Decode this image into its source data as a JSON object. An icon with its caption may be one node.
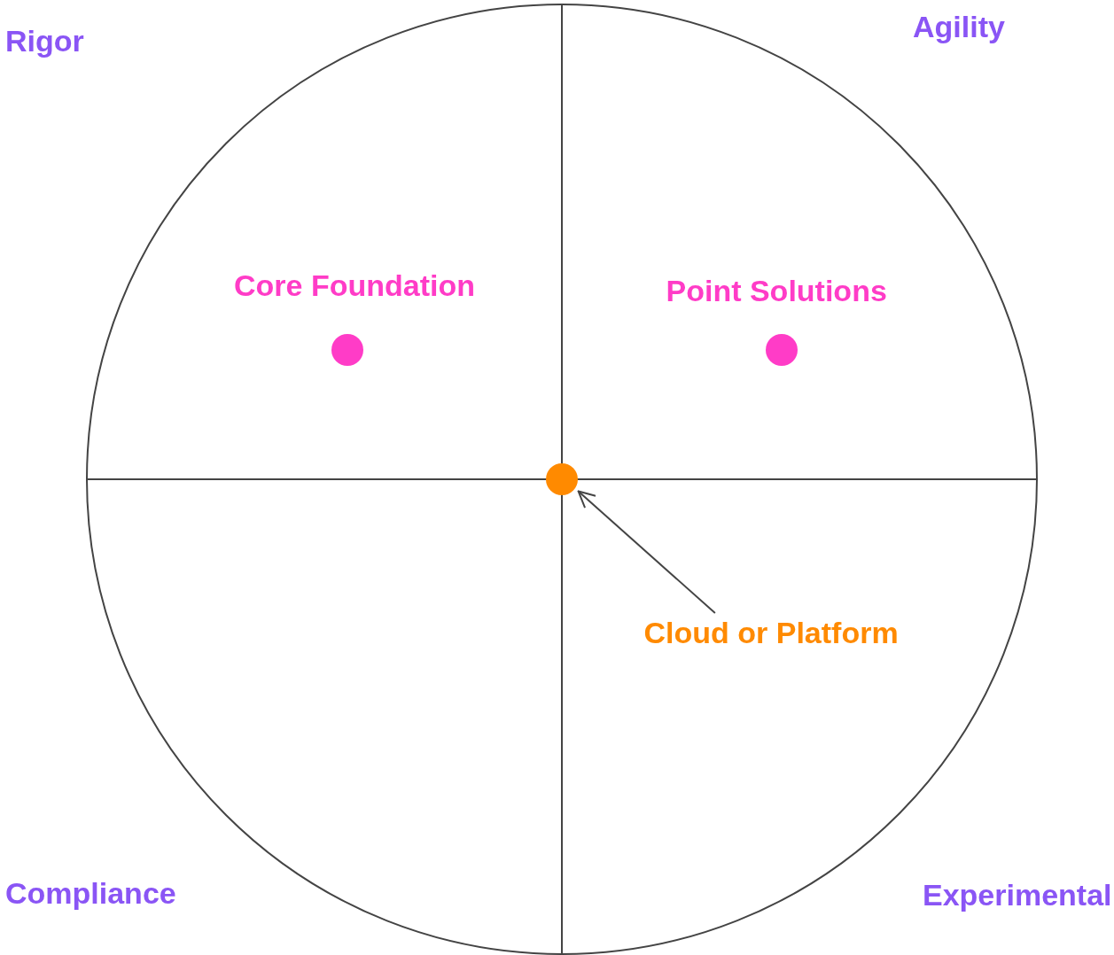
{
  "diagram": {
    "nodes": [
      {
        "text": [],
        "shape": "circle",
        "beside": [
          "Core Foundation"
        ]
      },
      {
        "text": [],
        "shape": "circle",
        "beside": [
          "Point Solutions"
        ]
      },
      {
        "text": [],
        "shape": "circle"
      },
      {
        "text": [
          "Cloud or Platform"
        ]
      }
    ],
    "edges": [
      {
        "from": 3,
        "to": 2,
        "arrow": "to"
      }
    ],
    "labels": [
      "Rigor",
      "Agility",
      "Compliance",
      "Experimental"
    ]
  }
}
